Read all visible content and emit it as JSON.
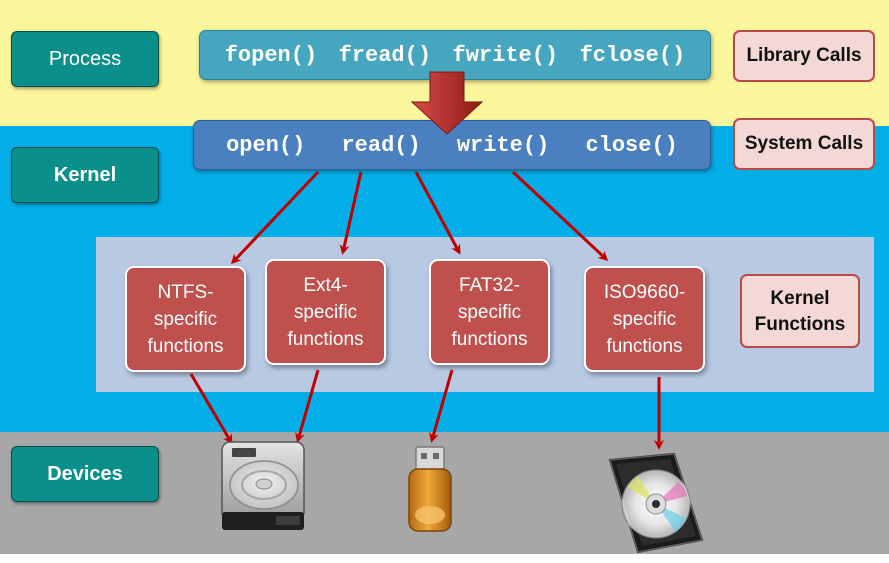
{
  "layers": {
    "process": "Process",
    "kernel": "Kernel",
    "devices": "Devices"
  },
  "library_calls": {
    "label": "Library Calls",
    "functions": [
      "fopen()",
      "fread()",
      "fwrite()",
      "fclose()"
    ]
  },
  "system_calls": {
    "label": "System Calls",
    "functions": [
      "open()",
      "read()",
      "write()",
      "close()"
    ]
  },
  "kernel_functions": {
    "label_line1": "Kernel",
    "label_line2": "Functions",
    "boxes": [
      {
        "line1": "NTFS-",
        "line2": "specific",
        "line3": "functions"
      },
      {
        "line1": "Ext4-",
        "line2": "specific",
        "line3": "functions"
      },
      {
        "line1": "FAT32-",
        "line2": "specific",
        "line3": "functions"
      },
      {
        "line1": "ISO9660-",
        "line2": "specific",
        "line3": "functions"
      }
    ]
  },
  "device_icons": [
    "hard-drive-icon",
    "usb-drive-icon",
    "cd-disc-icon"
  ],
  "colors": {
    "process_band": "#fbf59b",
    "kernel_band": "#04aee9",
    "devices_band": "#a7a7a7",
    "layer_label": "#0a8f8a",
    "library_bar": "#46a6c0",
    "system_bar": "#4a7fc0",
    "function_box": "#c0504d",
    "arrow": "#c00000"
  }
}
